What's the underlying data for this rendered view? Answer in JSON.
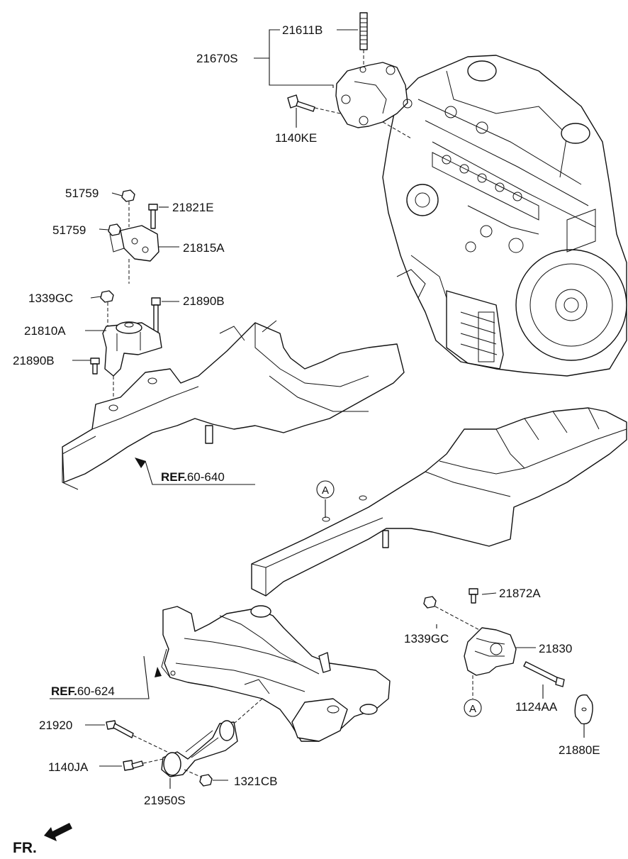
{
  "parts": {
    "p21611B": "21611B",
    "p21670S": "21670S",
    "p1140KE": "1140KE",
    "p51759_a": "51759",
    "p21821E": "21821E",
    "p51759_b": "51759",
    "p21815A": "21815A",
    "p1339GC_a": "1339GC",
    "p21890B_a": "21890B",
    "p21810A": "21810A",
    "p21890B_b": "21890B",
    "p21872A": "21872A",
    "p1339GC_b": "1339GC",
    "p21830": "21830",
    "p1124AA": "1124AA",
    "p21880E": "21880E",
    "p21920": "21920",
    "p1140JA": "1140JA",
    "p1321CB": "1321CB",
    "p21950S": "21950S"
  },
  "references": {
    "ref1": {
      "prefix": "REF.",
      "number": "60-640"
    },
    "ref2": {
      "prefix": "REF.",
      "number": "60-624"
    }
  },
  "markers": {
    "a_top": "A",
    "a_bottom": "A"
  },
  "direction": {
    "label": "FR."
  }
}
